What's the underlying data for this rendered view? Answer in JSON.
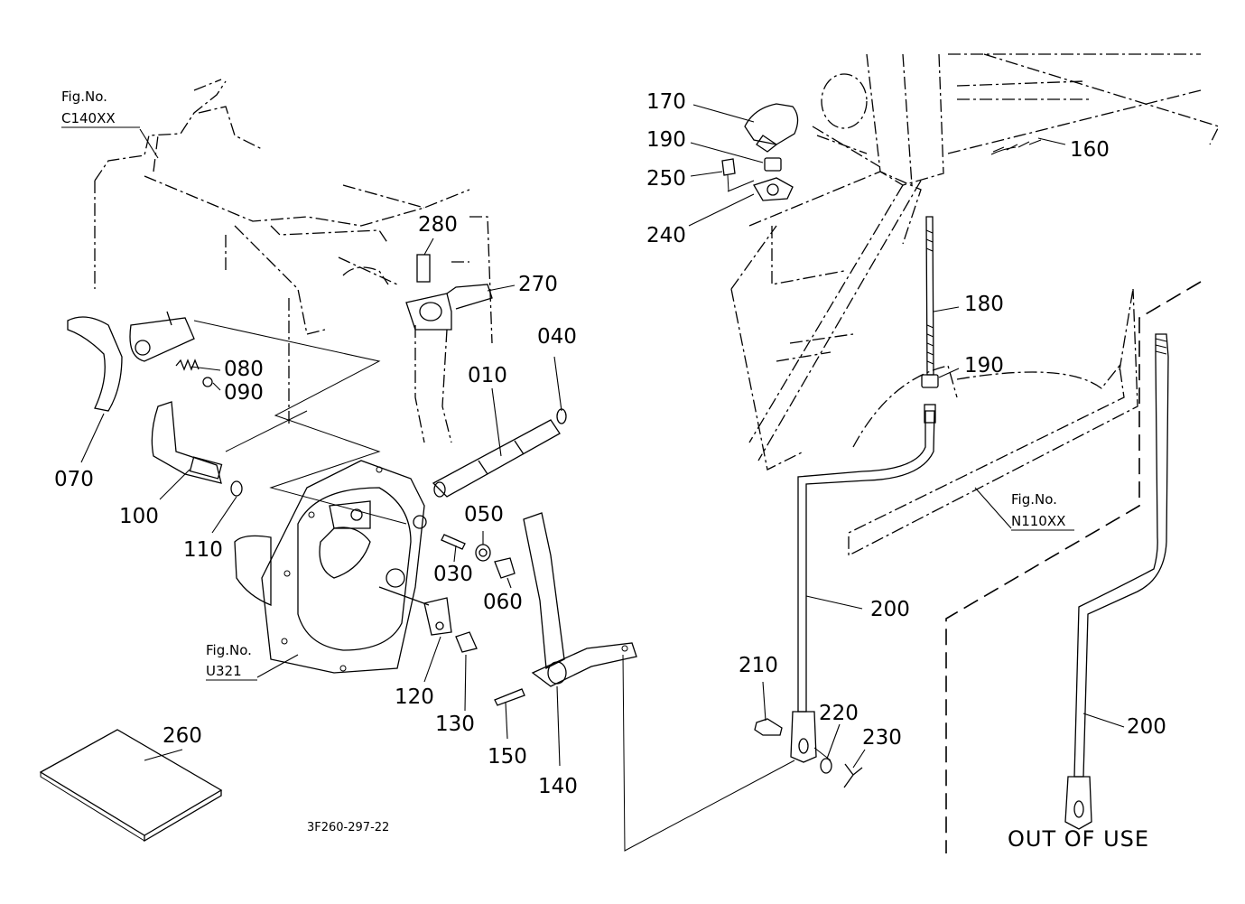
{
  "drawing_code": "3F260-297-22",
  "fig_refs": [
    {
      "label": "Fig.No.",
      "code": "C140XX"
    },
    {
      "label": "Fig.No.",
      "code": "U321"
    },
    {
      "label": "Fig.No.",
      "code": "N110XX"
    }
  ],
  "parts": {
    "p010": "010",
    "p030": "030",
    "p040": "040",
    "p050": "050",
    "p060": "060",
    "p070": "070",
    "p080": "080",
    "p090": "090",
    "p100": "100",
    "p110": "110",
    "p120": "120",
    "p130": "130",
    "p140": "140",
    "p150": "150",
    "p160": "160",
    "p170": "170",
    "p180": "180",
    "p190a": "190",
    "p190b": "190",
    "p200a": "200",
    "p200b": "200",
    "p210": "210",
    "p220": "220",
    "p230": "230",
    "p240": "240",
    "p250": "250",
    "p260": "260",
    "p270": "270",
    "p280": "280"
  },
  "note": "OUT OF USE"
}
